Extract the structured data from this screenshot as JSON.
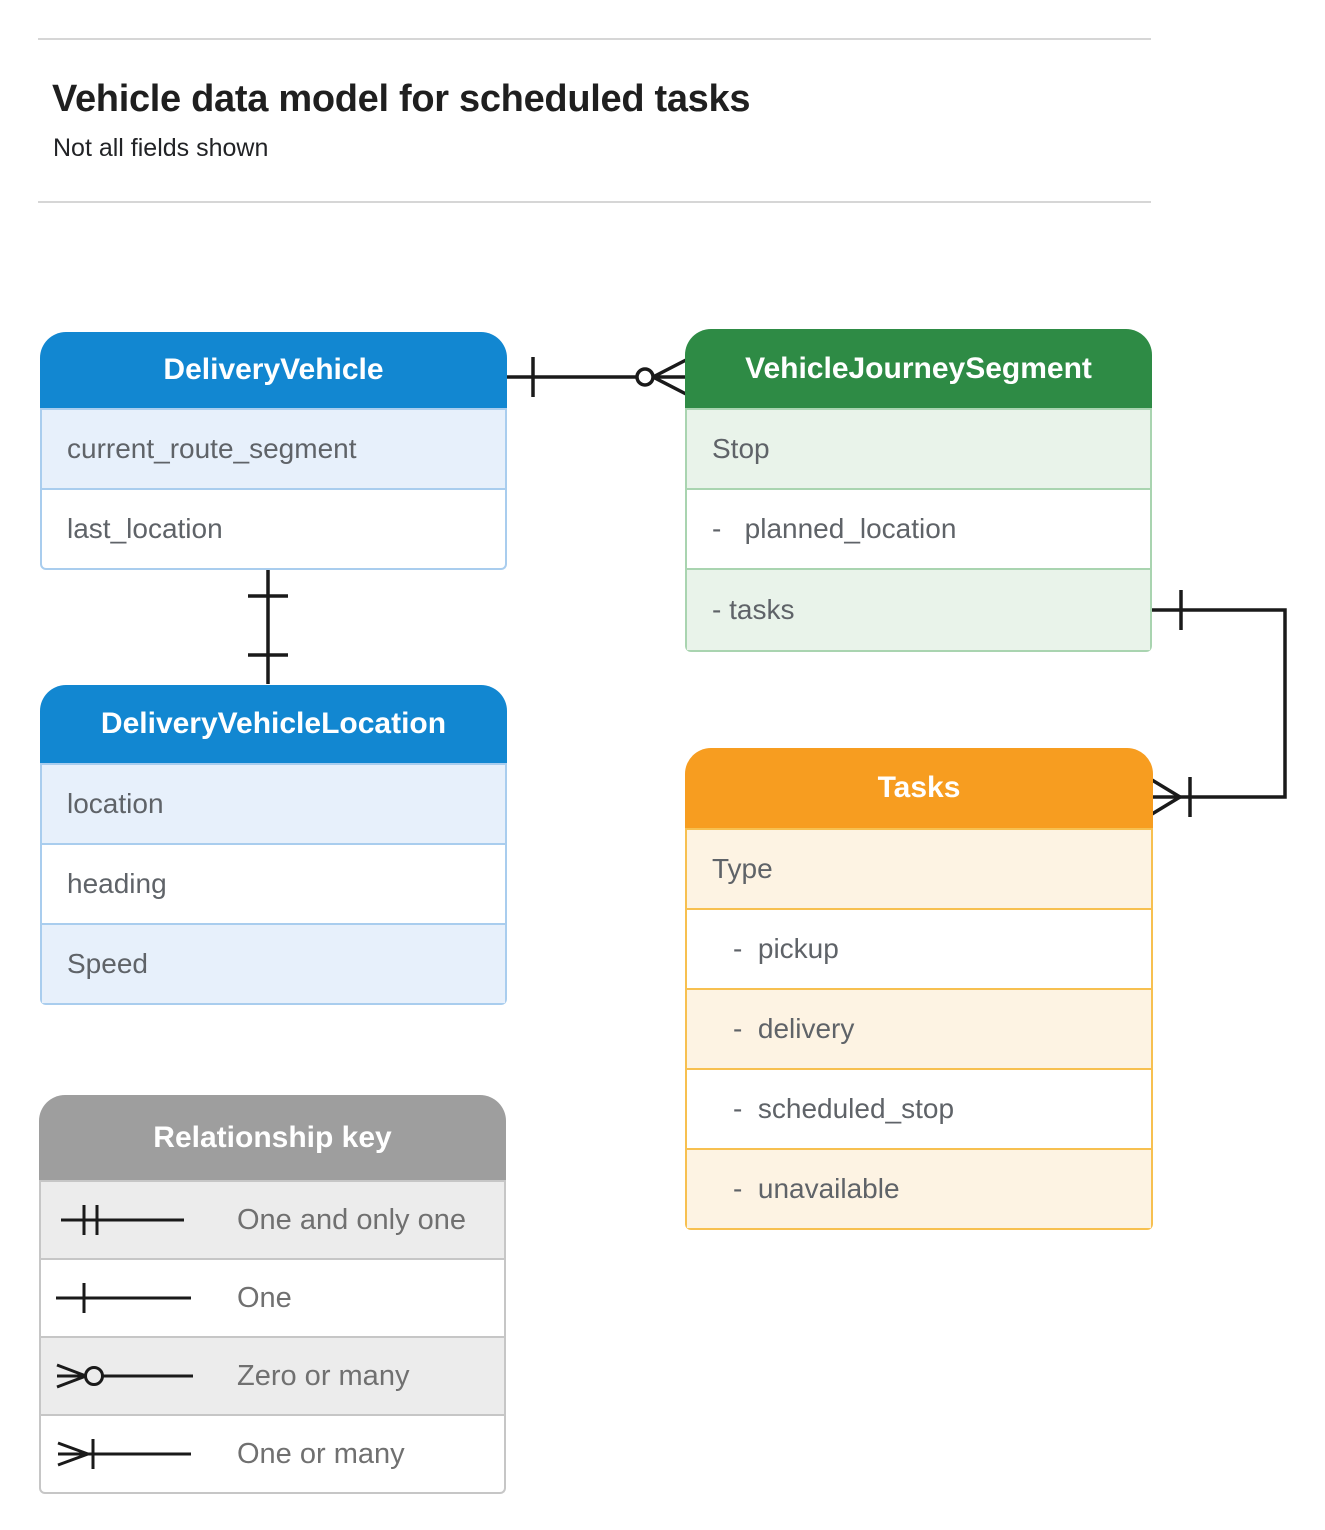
{
  "page": {
    "title": "Vehicle data model for scheduled tasks",
    "subtitle": "Not all fields shown"
  },
  "entities": {
    "delivery_vehicle": {
      "title": "DeliveryVehicle",
      "fields": [
        "current_route_segment",
        "last_location"
      ]
    },
    "vehicle_journey_segment": {
      "title": "VehicleJourneySegment",
      "fields": [
        "Stop",
        "-   planned_location",
        "- tasks"
      ]
    },
    "delivery_vehicle_location": {
      "title": "DeliveryVehicleLocation",
      "fields": [
        "location",
        "heading",
        "Speed"
      ]
    },
    "tasks": {
      "title": "Tasks",
      "fields": [
        "Type",
        "-  pickup",
        "-  delivery",
        "-  scheduled_stop",
        "-  unavailable"
      ]
    }
  },
  "legend": {
    "title": "Relationship key",
    "items": [
      {
        "icon": "one-and-only-one-icon",
        "label": "One and only one"
      },
      {
        "icon": "one-icon",
        "label": "One"
      },
      {
        "icon": "zero-or-many-icon",
        "label": "Zero or many"
      },
      {
        "icon": "one-or-many-icon",
        "label": "One or many"
      }
    ]
  },
  "relationships": [
    {
      "from": "DeliveryVehicle",
      "to": "VehicleJourneySegment",
      "from_cardinality": "one",
      "to_cardinality": "zero-or-many"
    },
    {
      "from": "DeliveryVehicle",
      "to": "DeliveryVehicleLocation",
      "from_cardinality": "one",
      "to_cardinality": "one"
    },
    {
      "from": "VehicleJourneySegment.tasks",
      "to": "Tasks",
      "from_cardinality": "one",
      "to_cardinality": "one-or-many"
    }
  ],
  "colors": {
    "blue_header": "#1287d1",
    "blue_row": "#e7f0fb",
    "blue_border": "#a9cdee",
    "green_header": "#2e8b45",
    "green_row": "#e9f3ea",
    "green_border": "#a9d4b0",
    "orange_header": "#f79d20",
    "orange_row": "#fdf3e3",
    "orange_border": "#f7c050",
    "gray_header": "#9e9e9e",
    "gray_row": "#ececec",
    "field_text": "#5f6368",
    "connector": "#1a1a1a",
    "divider": "#d6d6d6"
  }
}
